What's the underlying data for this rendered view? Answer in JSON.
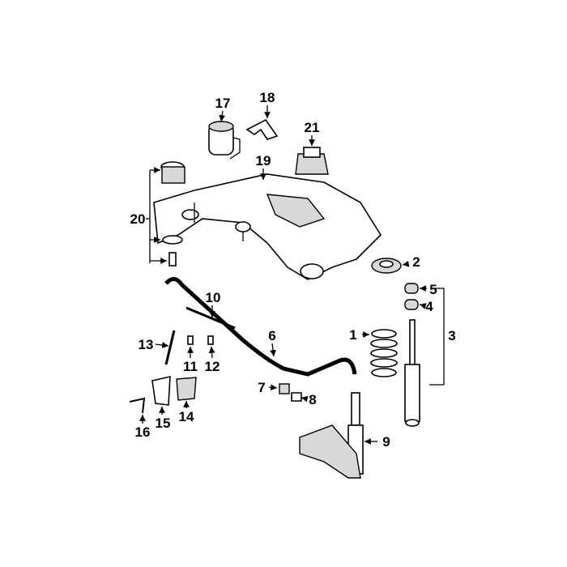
{
  "diagram": {
    "type": "exploded parts diagram",
    "colors": {
      "line": "#000000",
      "background": "#ffffff",
      "shade": "#d8d8d8"
    },
    "callouts": [
      "1",
      "2",
      "3",
      "4",
      "5",
      "6",
      "7",
      "8",
      "9",
      "10",
      "11",
      "12",
      "13",
      "14",
      "15",
      "16",
      "17",
      "18",
      "19",
      "20",
      "21"
    ]
  }
}
